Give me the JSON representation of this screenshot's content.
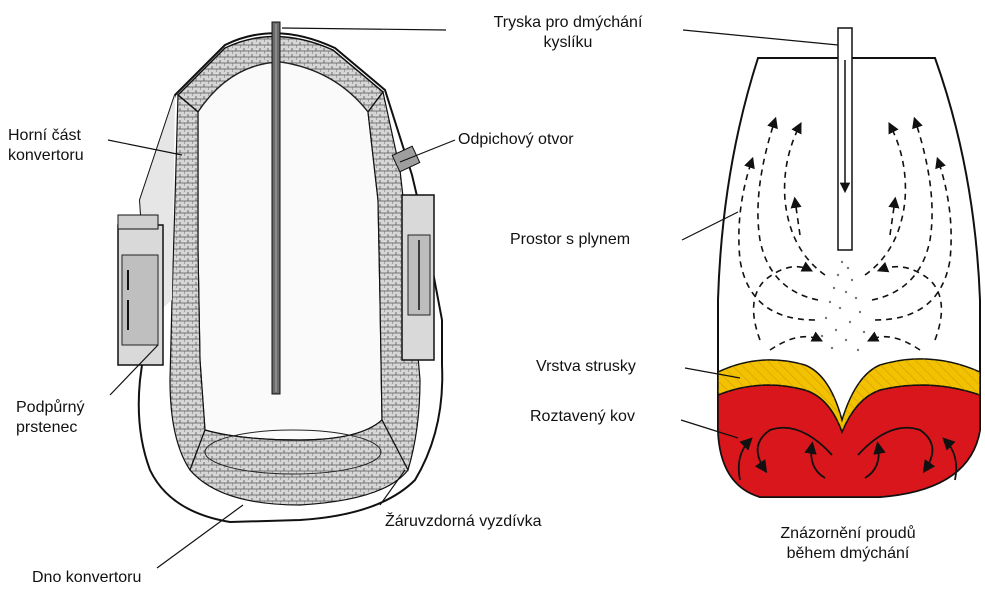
{
  "labels": {
    "tryska": [
      "Tryska pro dmýchání",
      "kyslíku"
    ],
    "horni": [
      "Horní část",
      "konvertoru"
    ],
    "odpich": "Odpichový otvor",
    "prostor": "Prostor s plynem",
    "podpurny": [
      "Podpůrný",
      "prstenec"
    ],
    "strusky": "Vrstva strusky",
    "kov": "Roztavený kov",
    "vyzdivka": "Žáruvzdorná vyzdívka",
    "dno": "Dno konvertoru",
    "znazorneni": [
      "Znázornění proudů",
      "během dmýchání"
    ]
  },
  "colors": {
    "slag": "#f2c200",
    "metal": "#d8161b",
    "ink": "#111111",
    "lining": "#bdbdbd"
  }
}
